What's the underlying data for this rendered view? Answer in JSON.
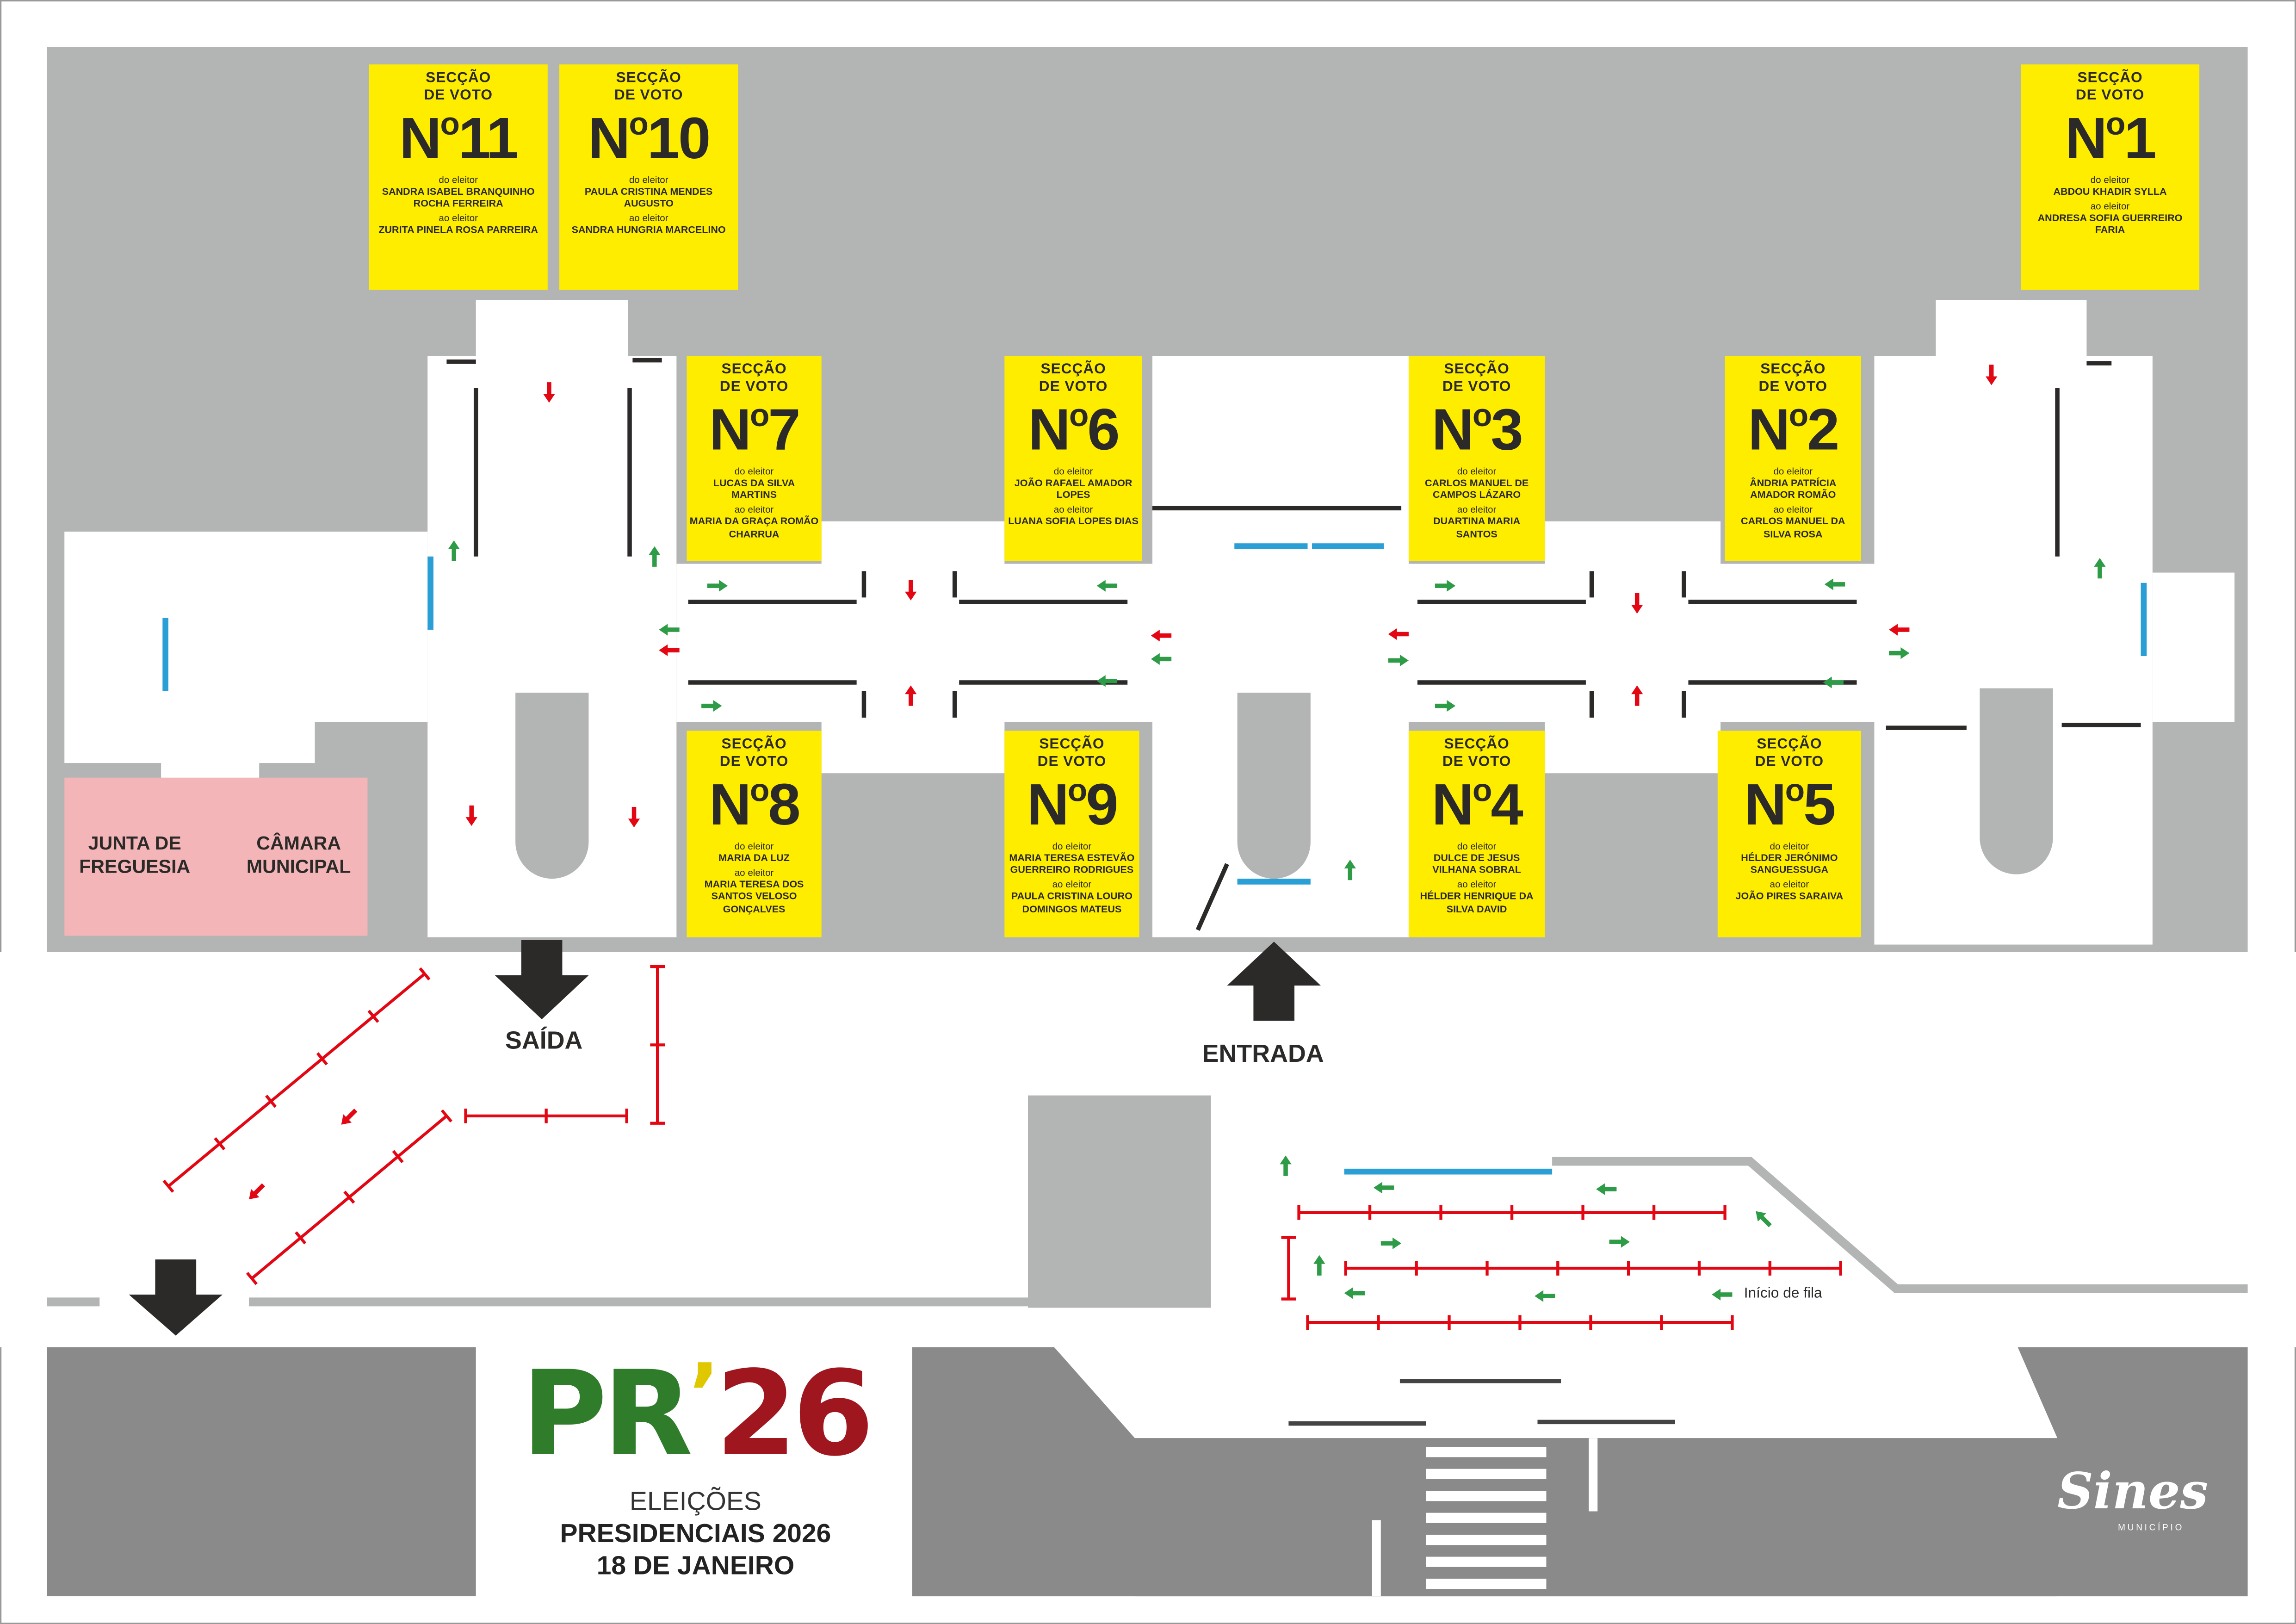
{
  "map": {
    "colors": {
      "building": "#b3b5b4",
      "floor": "#ffffff",
      "road": "#8a8a8a",
      "section": "#ffed00",
      "junta": "#f4b5b8",
      "barrier": "#e30613",
      "flow": "#2e9b47",
      "partition": "#2b2a29",
      "glass": "#2a9fd6"
    },
    "section_title_1": "SECÇÃO",
    "section_title_2": "DE VOTO",
    "from_label": "do eleitor",
    "to_label": "ao eleitor",
    "sections": [
      {
        "key": "s11",
        "number": "11",
        "from": "SANDRA ISABEL BRANQUINHO ROCHA FERREIRA",
        "to": "ZURITA PINELA ROSA PARREIRA"
      },
      {
        "key": "s10",
        "number": "10",
        "from": "PAULA CRISTINA MENDES AUGUSTO",
        "to": "SANDRA HUNGRIA MARCELINO"
      },
      {
        "key": "s1",
        "number": "1",
        "from": "ABDOU KHADIR SYLLA",
        "to": "ANDRESA SOFIA GUERREIRO FARIA"
      },
      {
        "key": "s7",
        "number": "7",
        "from": "LUCAS DA SILVA MARTINS",
        "to": "MARIA DA GRAÇA ROMÃO CHARRUA"
      },
      {
        "key": "s6",
        "number": "6",
        "from": "JOÃO RAFAEL AMADOR LOPES",
        "to": "LUANA SOFIA LOPES DIAS"
      },
      {
        "key": "s3",
        "number": "3",
        "from": "CARLOS MANUEL DE CAMPOS LÁZARO",
        "to": "DUARTINA MARIA SANTOS"
      },
      {
        "key": "s2",
        "number": "2",
        "from": "ÂNDRIA PATRÍCIA AMADOR ROMÃO",
        "to": "CARLOS MANUEL DA SILVA ROSA"
      },
      {
        "key": "s8",
        "number": "8",
        "from": "MARIA DA LUZ",
        "to": "MARIA TERESA DOS SANTOS VELOSO GONÇALVES"
      },
      {
        "key": "s9",
        "number": "9",
        "from": "MARIA TERESA ESTEVÃO GUERREIRO RODRIGUES",
        "to": "PAULA CRISTINA LOURO DOMINGOS MATEUS"
      },
      {
        "key": "s4",
        "number": "4",
        "from": "DULCE DE JESUS VILHANA SOBRAL",
        "to": "HÉLDER HENRIQUE DA SILVA DAVID"
      },
      {
        "key": "s5",
        "number": "5",
        "from": "HÉLDER JERÓNIMO SANGUESSUGA",
        "to": "JOÃO PIRES SARAIVA"
      }
    ],
    "junta": "JUNTA DE FREGUESIA",
    "camara": "CÂMARA MUNICIPAL",
    "exit_label": "SAÍDA",
    "entrance_label": "ENTRADA",
    "queue_start": "Início de fila"
  },
  "logo": {
    "mark_pr": "PR",
    "mark_apostrophe": "’",
    "mark_year": "26",
    "line1": "ELEIÇÕES",
    "line2": "PRESIDENCIAIS 2026",
    "line3": "18 DE JANEIRO"
  },
  "municipality": {
    "name": "Sines",
    "subtitle": "MUNICÍPIO"
  }
}
